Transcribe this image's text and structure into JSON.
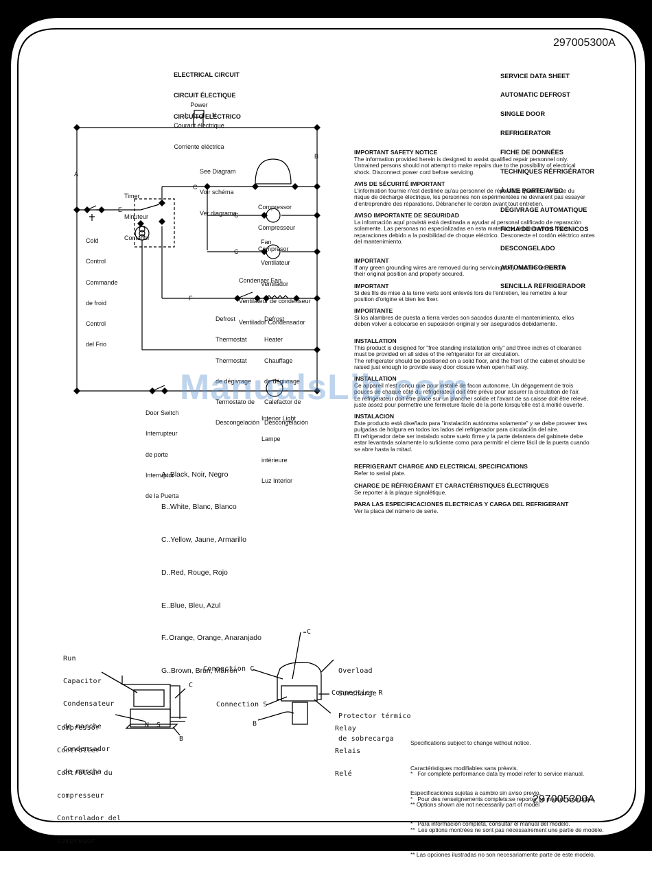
{
  "doc_number_top": "297005300A",
  "doc_number_bottom": "297005300A",
  "title": [
    "SERVICE DATA SHEET",
    "AUTOMATIC DEFROST",
    "SINGLE DOOR",
    "REFRIGERATOR",
    "FICHE DE DONNÉES",
    "TECHNIQUES RÉFRIGÉRATOR",
    "À UNE PORTE AVEC",
    "DÉGIVRAGE AUTOMATIQUE",
    "FICHA DE DATOS TECNICOS",
    "DESCONGELADO",
    "AUTOMATICO PERTA",
    "SENCILLA REFRIGERADOR"
  ],
  "circuit": {
    "heading": [
      "ELECTRICAL CIRCUIT",
      "CIRCUIT ÉLECTIQUE",
      "CIRCUITO ELECTRICO"
    ],
    "power": [
      "Power",
      "Courant électrique",
      "Corriente eléctrica"
    ],
    "l": "L",
    "n": "N",
    "wire_a": "A",
    "wire_b": "B",
    "wire_c1": "C",
    "wire_c2": "C",
    "wire_c3": "C",
    "wire_e": "E",
    "wire_f": "F",
    "see_diagram": [
      "See Diagram",
      "Voir schéma",
      "Ver diagrama"
    ],
    "timer": [
      "Timer",
      "Minuteur",
      "Contador"
    ],
    "compressor": [
      "Compressor",
      "Compresseur",
      "Compresor"
    ],
    "fan": [
      "Fan",
      "Ventilateur",
      "Ventilador"
    ],
    "cold_control": [
      "Cold",
      "Control",
      "Commande",
      "de froid",
      "Control",
      "del Frio"
    ],
    "condenser_fan": [
      "Condenser Fan",
      "Ventilateur de condenseur",
      "Ventilador Condensador"
    ],
    "defrost_thermostat": [
      "Defrost",
      "Thermostat",
      "Thermostat",
      "de dégivrage",
      "Termostato de",
      "Descongelación"
    ],
    "defrost_heater": [
      "Defrost",
      "Heater",
      "Chauffage",
      "de dégivrage",
      "Calefactor de",
      "Descongelación"
    ],
    "door_switch": [
      "Door Switch",
      "Interrupteur",
      "de porte",
      "Interruptor",
      "de la Puerta"
    ],
    "interior_light": [
      "Interior Light",
      "Lampe",
      "intérieure",
      "Luz Interior"
    ]
  },
  "legend": [
    "A..Black, Noir, Negro",
    "B..White, Blanc, Blanco",
    "C..Yellow, Jaune, Armarillo",
    "D..Red, Rouge, Rojo",
    "E..Blue, Bleu, Azul",
    "F..Orange, Orange, Anaranjado",
    "G..Brown, Brun, Marrón"
  ],
  "sections": [
    {
      "heading": "IMPORTANT SAFETY NOTICE",
      "lines": [
        "The information provided herein is designed to assist qualified repair personnel only.",
        "Untrained persons should not attempt to make repairs due to the possibility of electrical",
        "shock.  Disconnect power cord before servicing."
      ]
    },
    {
      "heading": "AVIS DE SÉCURITÉ IMPORTANT",
      "lines": [
        "L'information fournie n'est destinée qu'au personnel de réparation qualifié.  Par suite du",
        "risque de décharge électrique, les personnes non expérimentées ne devraient pas essayer",
        "d'entreprendre des réparations.  Débrancher le cordon avant tout entretien."
      ]
    },
    {
      "heading": "AVISO IMPORTANTE DE SEGURIDAD",
      "lines": [
        "La información aquí provistá está destinada a ayudar al personal calificado de reparación",
        "solamente.  Las personas no especializadas en esta materia no deben intentar hacer",
        "reparaciones debido a la posibilidad de choque eléctrico.  Desconecte el cordón eléctrico antes",
        "del mantenimiento."
      ]
    },
    {
      "heading": "IMPORTANT",
      "lines": [
        "If any green grounding wires are removed during servicing,they must be returned to",
        "their original position and properly secured."
      ]
    },
    {
      "heading": "IMPORTANT",
      "lines": [
        "Si des fils de mise à la terre verts sont enlevés lors de l'entretien, les remettre à leur",
        "position d'origine et bien les fixer."
      ]
    },
    {
      "heading": "IMPORTANTE",
      "lines": [
        "Si los alambres de puesta a tierra verdes son sacados durante el mantenimiento, ellos",
        "deben volver a colocarse en suposición original y ser asegurados debidamente."
      ]
    },
    {
      "heading": "INSTALLATION",
      "lines": [
        "This product is designed for \"free standing installation only\" and three inches of clearance",
        "must be provided on all sides of the refrigerator for air circulation.",
        "The refrigerator should be positioned on a solid floor, and the front of the cabinet should be",
        "raised just enough to provide easy door closure when open half way."
      ]
    },
    {
      "heading": "INSTALLATION",
      "lines": [
        "Ce appareil n'est conçu que pour installé de facon autonome.  Un dégagement de trois",
        "pouces de chaque côté du réfrigérateur doit être prévu pour assurer la circulation de l'air.",
        "Le réfrigérateur doit être placé sur un plancher solide et l'avant de sa caisse doit être relevé,",
        "juste assez pour permettre une fermeture facile de la porte lorsqu'elle est à moitié ouverte."
      ]
    },
    {
      "heading": "INSTALACION",
      "lines": [
        "Este producto está diseñado para \"instalación autónoma solamente\" y se debe proveer tres",
        "pulgadas de holgura en todos los lados del refrigerador para circulación del aire.",
        "El refrigerador debe ser instalado sobre suelo firme y la parte delantera del gabinete debe",
        "estar levantada solamente lo suficiente como para permitir el cierre fácil de la puerta cuando",
        "se abre hasta la mitad."
      ]
    },
    {
      "heading": "REFRIGERANT CHARGE AND ELECTRICAL SPECIFICATIONS",
      "lines": [
        "Refer to serial plate."
      ]
    },
    {
      "heading": "CHARGE DE RÉFRIGÉRANT ET CARACTÉRISTIQUES ÉLECTRIQUES",
      "lines": [
        "Se reporter à la plaque signalétique."
      ]
    },
    {
      "heading": "PARA LAS ESPECIFICACIONES ELECTRICAS Y CARGA DEL REFRIGERANT",
      "lines": [
        "Ver la placa del número de serie."
      ]
    }
  ],
  "compressor_diagram": {
    "run_capacitor": [
      "Run",
      "Capacitor",
      "Condensateur",
      "de marche",
      "Condensador",
      "de marcha"
    ],
    "compressor_controller": [
      "Compressor",
      "Controller",
      "Contrôleur du",
      "compresseur",
      "Controlador del",
      "compresor"
    ],
    "c": "C",
    "n": "N",
    "s": "S",
    "b": "B"
  },
  "relay_diagram": {
    "c": "C",
    "connection_c": "Connection C",
    "connection_s": "Connection S",
    "connection_r": "Connection R",
    "overload": [
      "Overload",
      "Surcharge",
      "Protector térmico",
      "de sobrecarga"
    ],
    "relay": [
      "Relay",
      "Relais",
      "Relé"
    ],
    "b": "B"
  },
  "notes": [
    [
      "Specifications subject to change without notice.",
      "*   For complete performance data by model refer to service manual.",
      "** Options shown are not necessarily part of model"
    ],
    [
      "Caractéristiques modifiables sans préavis.",
      "*   Pour des renseignements complets:se reporter au manual du modèle.",
      "**  Les options montrées ne sont pas nécessairement une partie de modèle."
    ],
    [
      "Especificaciones sujetas a cambio sin aviso previo.",
      "*   Para información completa, consultar el manual del modelo.",
      "** Las opciones ilustradas no son necesariamente parte de este modelo."
    ]
  ],
  "watermark": "ManualsLib.com"
}
